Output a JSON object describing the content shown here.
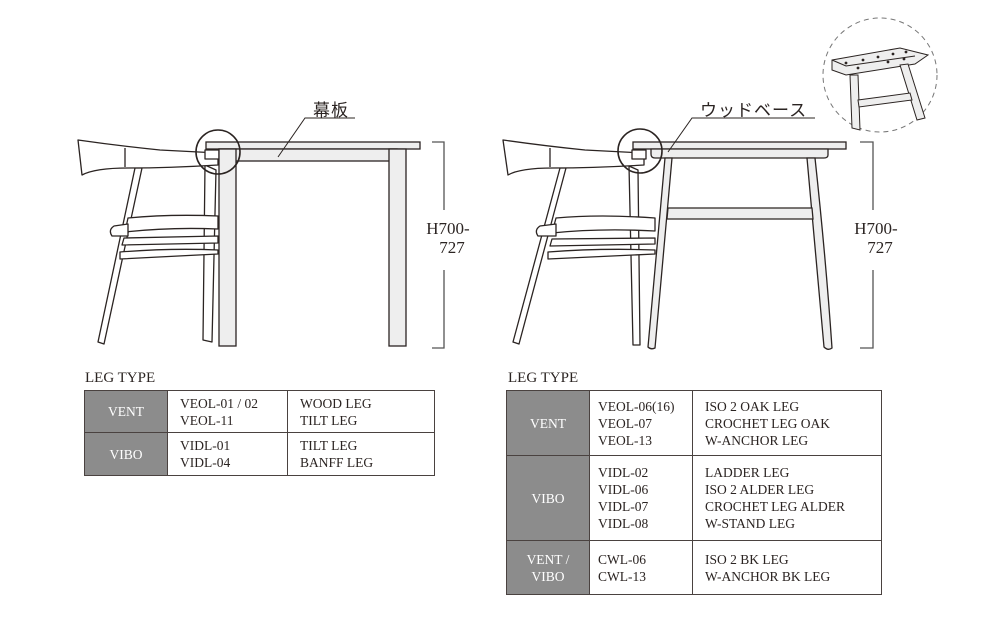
{
  "figures": {
    "left": {
      "callout": "幕板",
      "height_label_line1": "H700-",
      "height_label_line2": "727"
    },
    "right": {
      "callout": "ウッドベース",
      "height_label_line1": "H700-",
      "height_label_line2": "727"
    }
  },
  "tables": {
    "left": {
      "title": "LEG TYPE",
      "rows": [
        {
          "series": "VENT",
          "codes": [
            "VEOL-01 / 02",
            "VEOL-11"
          ],
          "names": [
            "WOOD LEG",
            "TILT LEG"
          ]
        },
        {
          "series": "VIBO",
          "codes": [
            "VIDL-01",
            "VIDL-04"
          ],
          "names": [
            "TILT LEG",
            "BANFF LEG"
          ]
        }
      ]
    },
    "right": {
      "title": "LEG TYPE",
      "rows": [
        {
          "series": "VENT",
          "codes": [
            "VEOL-06(16)",
            "VEOL-07",
            "VEOL-13"
          ],
          "names": [
            "ISO 2 OAK LEG",
            "CROCHET LEG OAK",
            "W-ANCHOR LEG"
          ]
        },
        {
          "series": "VIBO",
          "codes": [
            "VIDL-02",
            "VIDL-06",
            "VIDL-07",
            "VIDL-08"
          ],
          "names": [
            "LADDER LEG",
            "ISO 2 ALDER LEG",
            "CROCHET LEG ALDER",
            "W-STAND LEG"
          ]
        },
        {
          "series_line1": "VENT /",
          "series_line2": "VIBO",
          "codes": [
            "CWL-06",
            "CWL-13"
          ],
          "names": [
            "ISO 2 BK LEG",
            "W-ANCHOR BK LEG"
          ]
        }
      ]
    }
  },
  "colors": {
    "line": "#2b2422",
    "fill_light": "#eeeeee",
    "series_cell": "#8c8c8c"
  }
}
